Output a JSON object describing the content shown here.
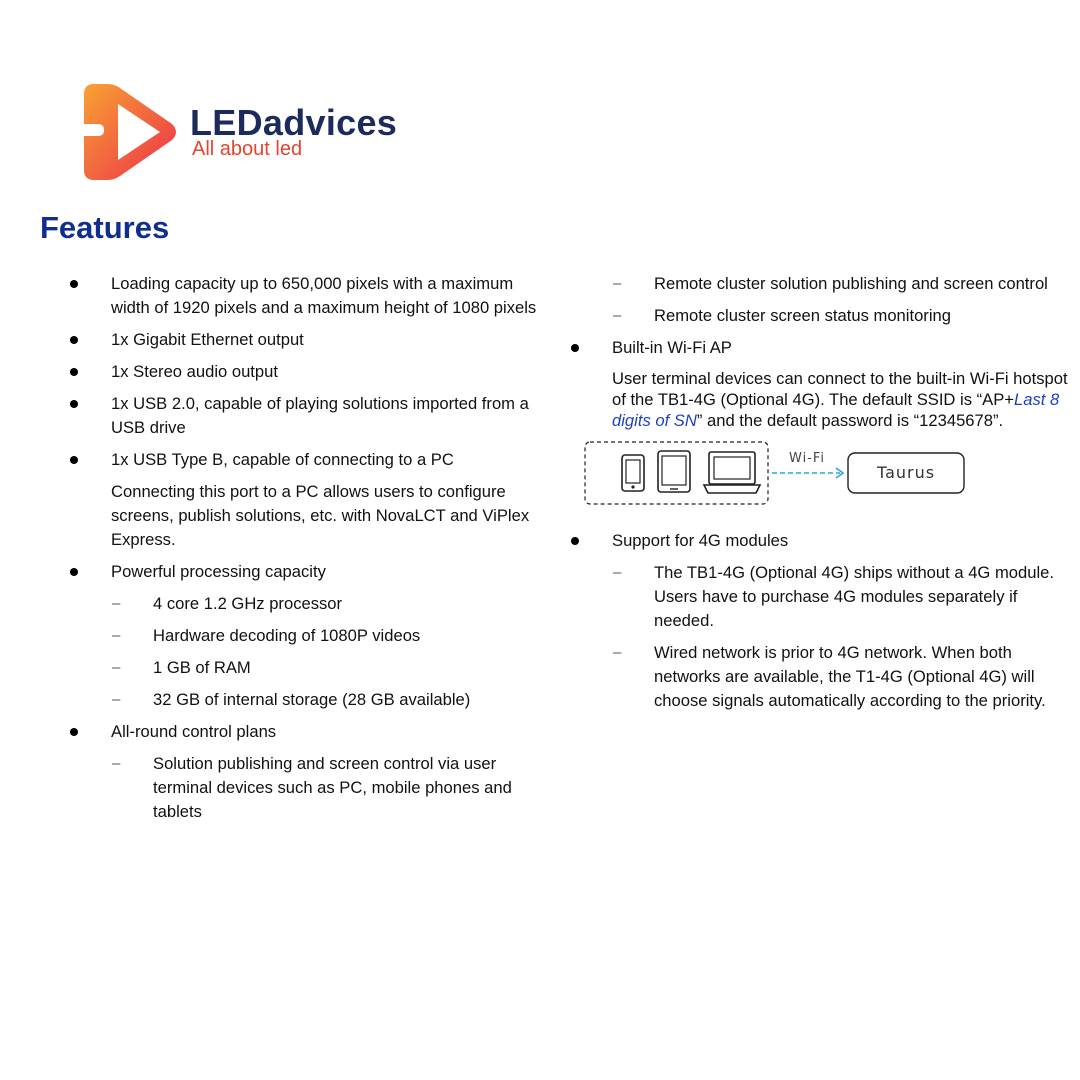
{
  "logo": {
    "brand": "LEDadvices",
    "tagline": "All about led",
    "colors": {
      "orange": "#f58a2c",
      "red": "#ec2f45",
      "navy": "#1c2a5c"
    }
  },
  "heading": "Features",
  "left_items": [
    "Loading capacity up to 650,000 pixels with a maximum width of 1920 pixels and a maximum height of 1080 pixels",
    "1x Gigabit Ethernet output",
    "1x Stereo audio output",
    "1x USB 2.0, capable of playing solutions imported from a USB drive",
    "1x USB Type B, capable of connecting to a PC"
  ],
  "usb_b_note": "Connecting this port to a PC allows users to configure screens, publish solutions, etc. with NovaLCT and ViPlex Express.",
  "processing": {
    "title": "Powerful processing capacity",
    "subitems": [
      "4 core 1.2 GHz processor",
      "Hardware decoding of 1080P videos",
      "1 GB of RAM",
      "32 GB of internal storage (28 GB available)"
    ]
  },
  "control": {
    "title": "All-round control plans",
    "subitems": [
      "Solution publishing and screen control via user terminal devices such as PC, mobile phones and tablets",
      "Remote cluster solution publishing and screen control",
      "Remote cluster screen status monitoring"
    ]
  },
  "wifi": {
    "title": "Built-in Wi-Fi AP",
    "desc_before": "User terminal devices can connect to the built-in Wi-Fi hotspot of the TB1-4G (Optional 4G). The default SSID is “AP+",
    "desc_em": "Last 8 digits of SN",
    "desc_after": "” and the default password is “12345678”.",
    "diagram_label": "Wi-Fi",
    "diagram_target": "Taurus"
  },
  "fourg": {
    "title": "Support for 4G modules",
    "subitems": [
      "The TB1-4G (Optional 4G) ships without a 4G module. Users have to purchase 4G modules separately if needed.",
      "Wired network is prior to 4G network. When both networks are available, the T1-4G (Optional 4G) will choose signals automatically according to the priority."
    ]
  }
}
